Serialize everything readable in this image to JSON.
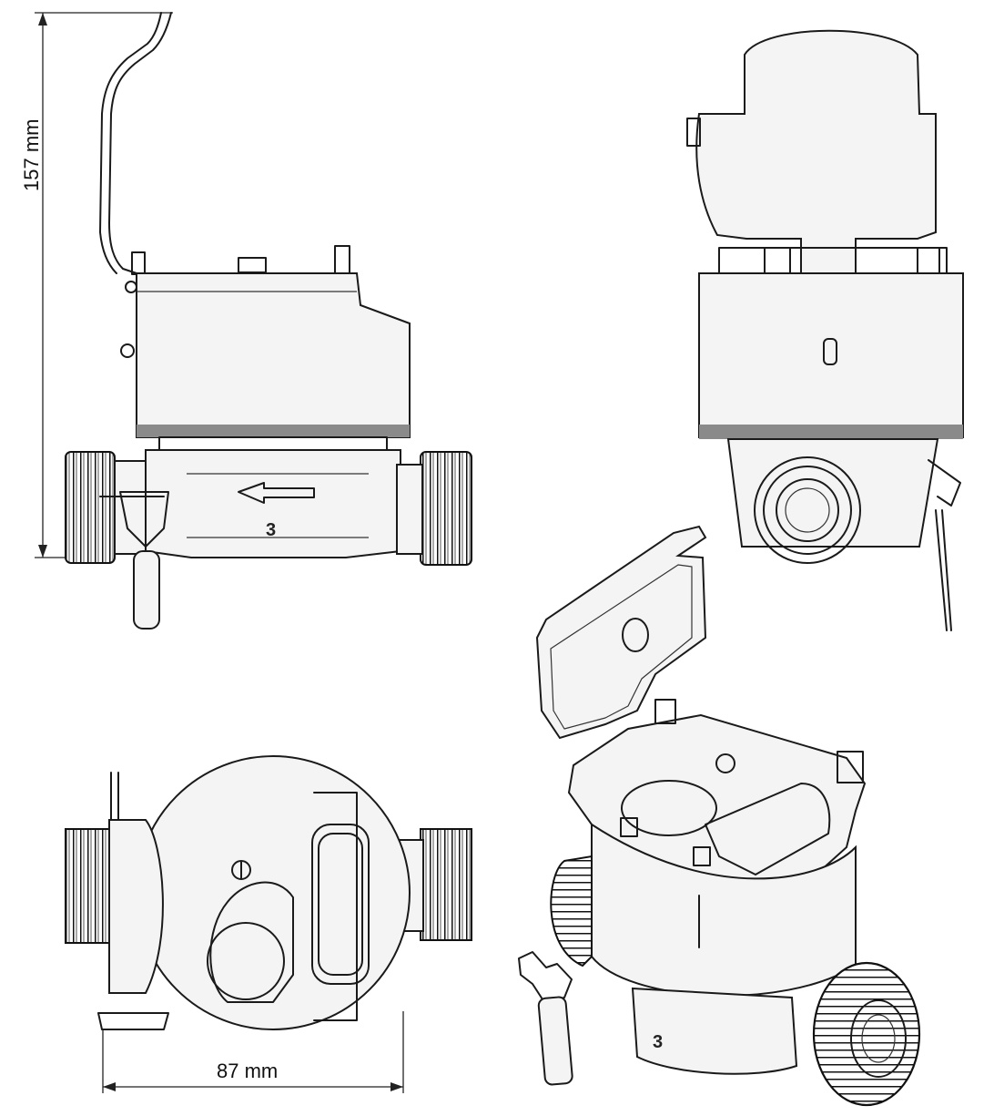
{
  "dimensions": {
    "height_label": "157 mm",
    "width_label": "87 mm"
  },
  "stamps": {
    "side_view_mark": "3",
    "iso_view_mark": "3"
  }
}
